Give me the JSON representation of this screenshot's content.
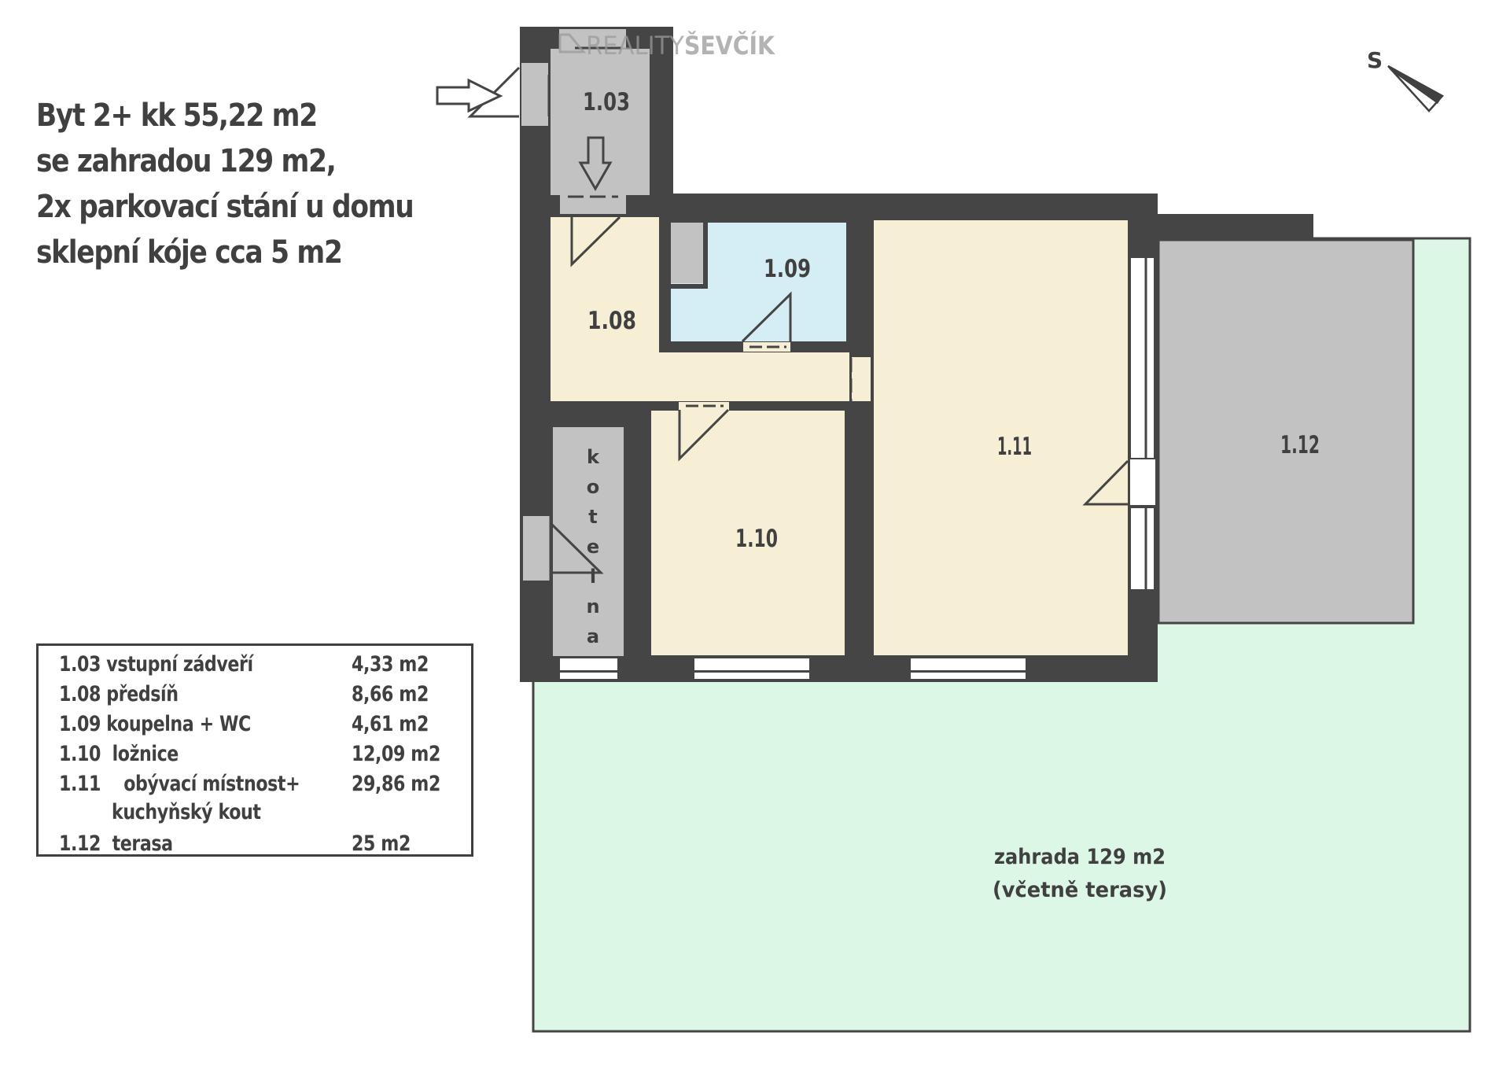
{
  "watermark": {
    "prefix": "REALITY",
    "suffix": "ŠEVČÍK"
  },
  "compass": {
    "label": "S"
  },
  "title": {
    "lines": [
      "Byt 2+ kk 55,22 m2",
      "se zahradou 129 m2,",
      "2x parkovací stání u domu",
      "sklepní kóje cca 5 m2"
    ]
  },
  "rooms": {
    "r103": "1.03",
    "r108": "1.08",
    "r109": "1.09",
    "r110": "1.10",
    "r111": "1.11",
    "r112": "1.12",
    "kotelna": [
      "k",
      "o",
      "t",
      "e",
      "l",
      "n",
      "a"
    ]
  },
  "garden": {
    "line1": "zahrada 129 m2",
    "line2": "(včetně terasy)"
  },
  "legend": {
    "rows": [
      {
        "code": "1.03",
        "name": "vstupní zádveří",
        "area": "4,33 m2"
      },
      {
        "code": "1.08",
        "name": "předsíň",
        "area": "8,66 m2"
      },
      {
        "code": "1.09",
        "name": "koupelna + WC",
        "area": "4,61 m2"
      },
      {
        "code": "1.10",
        "name": "ložnice",
        "area": "12,09 m2"
      },
      {
        "code": "1.11",
        "name": "obývací místnost+",
        "name2": "kuchyňský kout",
        "area": "29,86 m2"
      },
      {
        "code": "1.12",
        "name": "terasa",
        "area": "25 m2"
      }
    ]
  },
  "colors": {
    "wall": "#454545",
    "room": "#f6eed5",
    "bath": "#d5edf4",
    "grey": "#c2c2c2",
    "garden": "#dcf7e6",
    "text": "#404040"
  }
}
